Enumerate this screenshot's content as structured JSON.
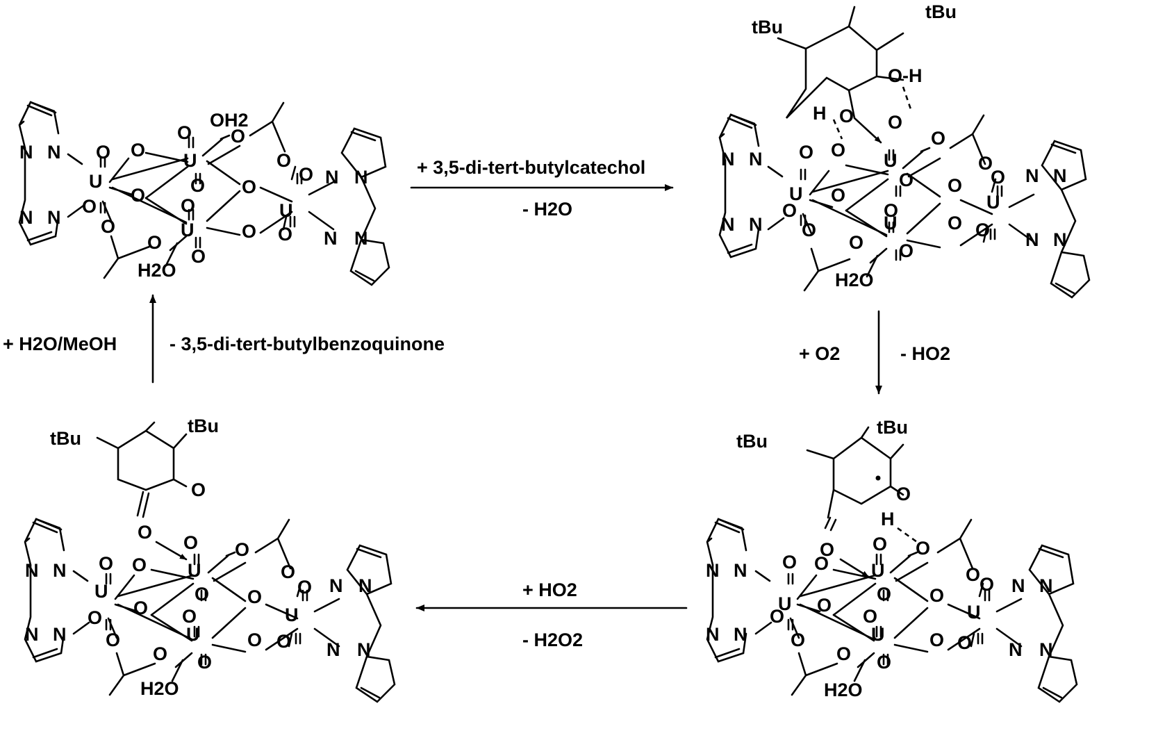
{
  "atoms": {
    "U": "U",
    "O": "O",
    "N": "N",
    "H": "H"
  },
  "ligands": {
    "aqua_top": "OH2",
    "aqua": "H2O",
    "tBu": "tBu",
    "oh": "O-H",
    "h": "H"
  },
  "steps": {
    "step1": {
      "reagent": "+ 3,5-di-tert-butylcatechol",
      "byproduct": "- H2O"
    },
    "step2": {
      "reagent": "+ O2",
      "byproduct": "- HO2"
    },
    "step3": {
      "reagent": "+ HO2",
      "byproduct": "- H2O2"
    },
    "step4": {
      "reagent": "+ H2O/MeOH",
      "byproduct": "- 3,5-di-tert-butylbenzoquinone"
    }
  },
  "colors": {
    "ink": "#000000",
    "background": "#ffffff"
  }
}
